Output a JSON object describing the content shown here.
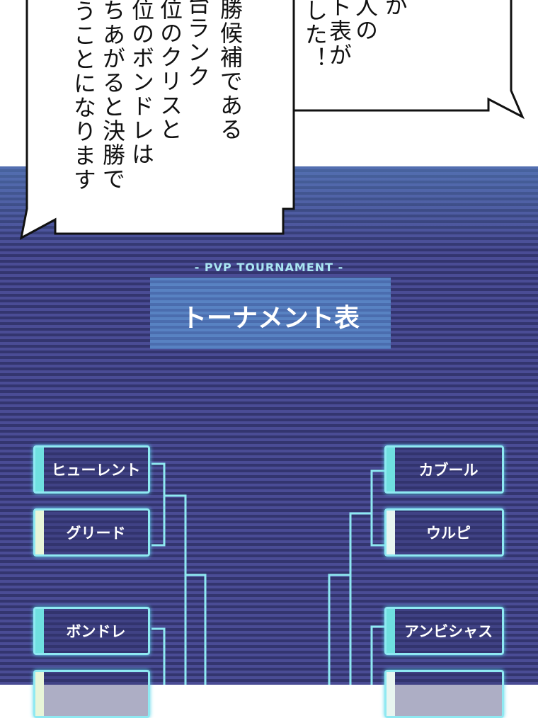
{
  "speech_bubble_left": {
    "columns": [
      "勝候補である",
      "台ランク",
      "位のクリスと",
      "位のボンドレは",
      "ちあがると決勝で",
      "うことになります"
    ]
  },
  "speech_bubble_right": {
    "columns": [
      "が",
      "人の",
      "ト表が",
      "した！"
    ]
  },
  "tournament": {
    "subtitle": "- PVP TOURNAMENT -",
    "title": "トーナメント表",
    "left": [
      "ヒューレント",
      "グリード",
      "ボンドレ",
      ""
    ],
    "right": [
      "カブール",
      "ウルピ",
      "アンビシャス",
      ""
    ]
  },
  "colors": {
    "line": "#8fe9f2",
    "background": "#3d3f80",
    "accent": "#6fe0e0"
  }
}
